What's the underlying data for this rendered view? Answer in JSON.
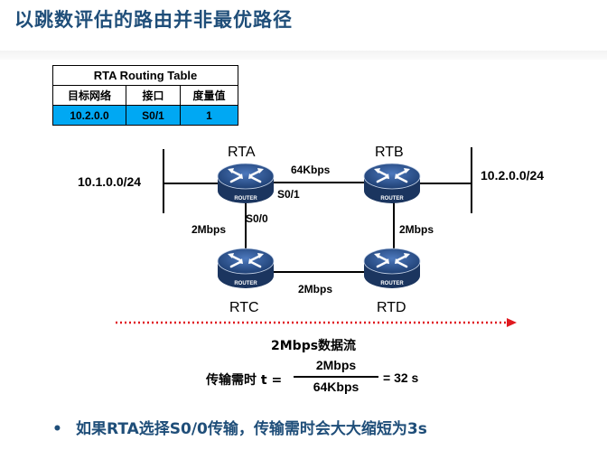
{
  "title": "以跳数评估的路由并非最优路径",
  "routing_table": {
    "caption": "RTA Routing Table",
    "headers": [
      "目标网络",
      "接口",
      "度量值"
    ],
    "row": [
      "10.2.0.0",
      "S0/1",
      "1"
    ],
    "highlight_color": "#00a8f3"
  },
  "topology": {
    "routers": {
      "rta": "RTA",
      "rtb": "RTB",
      "rtc": "RTC",
      "rtd": "RTD"
    },
    "router_badge": "ROUTER",
    "networks": {
      "left": "10.1.0.0/24",
      "right": "10.2.0.0/24"
    },
    "links": {
      "rta_rtb": "64Kbps",
      "rta_rtc": "2Mbps",
      "rtc_rtd": "2Mbps",
      "rtb_rtd": "2Mbps"
    },
    "interfaces": {
      "s01": "S0/1",
      "s00": "S0/0"
    },
    "router_color": "#2a4f8a",
    "arrow_color": "#e0191f"
  },
  "flow_label": "2Mbps数据流",
  "formula": {
    "lhs": "传输需时 t =",
    "numerator": "2Mbps",
    "denominator": "64Kbps",
    "rhs": "= 32 s"
  },
  "bullet": {
    "marker": "•",
    "text": "如果RTA选择S0/0传输，传输需时会大大缩短为3s"
  }
}
